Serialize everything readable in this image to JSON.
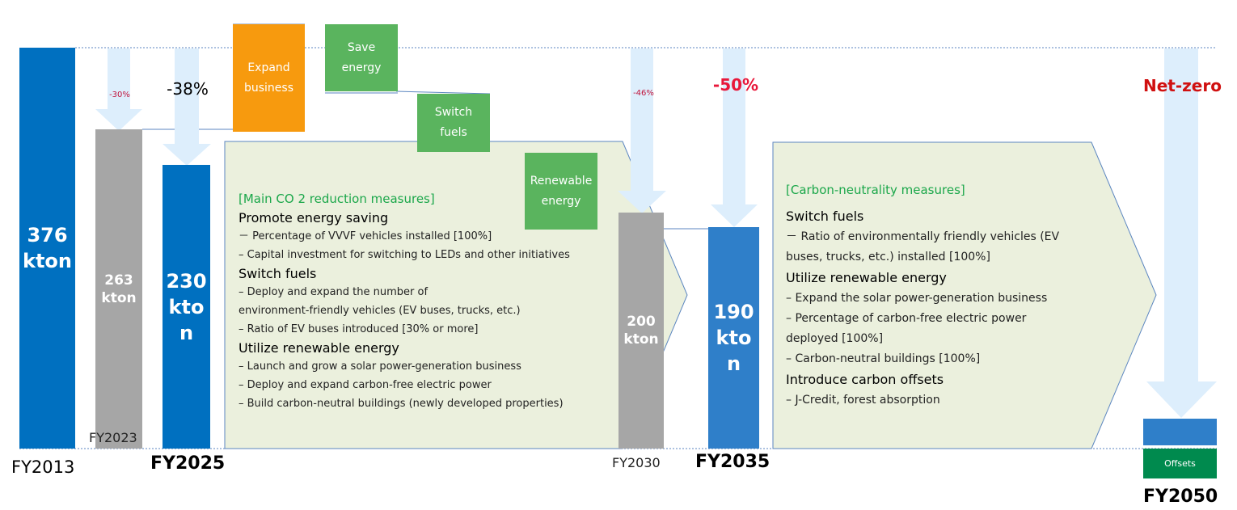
{
  "colors": {
    "blue": "#0070c0",
    "blue_light": "#2f7fc9",
    "gray": "#a6a6a6",
    "orange": "#f79a0e",
    "green": "#5ab45e",
    "offset_green": "#008a4e",
    "arrow_light": "#ddeefc",
    "panel_fill": "#ebf0dd",
    "panel_stroke": "#5b86c0",
    "red": "#e8173a",
    "dark_red": "#d01010",
    "heading_green": "#1ba74a"
  },
  "bars": {
    "fy2013": {
      "label": "376\nkton",
      "year": "FY2013"
    },
    "fy2023": {
      "label": "263\nkton",
      "year": "FY2023",
      "change": "-30%"
    },
    "fy2025": {
      "label": "230\nkto\nn",
      "year": "FY2025",
      "change": "-38%"
    },
    "fy2030": {
      "label": "200\nkton",
      "year": "FY2030",
      "change": "-46%"
    },
    "fy2035": {
      "label": "190\nkto\nn",
      "year": "FY2035",
      "change": "-50%"
    },
    "fy2050": {
      "label": "Offsets",
      "year": "FY2050",
      "change": "Net-zero"
    }
  },
  "steps": {
    "expand": "Expand\nbusiness",
    "save": "Save\nenergy",
    "switch": "Switch\nfuels",
    "renewable": "Renewable\nenergy"
  },
  "panel1": {
    "heading": "[Main CO 2 reduction measures]",
    "sections": [
      {
        "title": "Promote energy saving",
        "items": [
          "－ Percentage of VVVF vehicles installed [100%]",
          "– Capital investment for switching to LEDs and other initiatives"
        ]
      },
      {
        "title": "Switch fuels",
        "items": [
          "– Deploy and expand the number of",
          "environment-friendly vehicles (EV buses, trucks, etc.)",
          "– Ratio of EV buses introduced [30% or more]"
        ]
      },
      {
        "title": "Utilize renewable energy",
        "items": [
          "– Launch and grow a solar power-generation business",
          "– Deploy and expand carbon-free electric power",
          "– Build carbon-neutral buildings (newly developed properties)"
        ]
      }
    ]
  },
  "panel2": {
    "heading": "[Carbon-neutrality measures]",
    "sections": [
      {
        "title": "Switch fuels",
        "items": [
          "－ Ratio of environmentally friendly vehicles (EV",
          "buses, trucks, etc.) installed [100%]"
        ]
      },
      {
        "title": "Utilize renewable energy",
        "items": [
          "– Expand the solar power-generation business",
          "– Percentage of carbon-free electric power",
          "deployed [100%]",
          "– Carbon-neutral buildings [100%]"
        ]
      },
      {
        "title": "Introduce carbon offsets",
        "items": [
          "– J-Credit, forest absorption"
        ]
      }
    ]
  }
}
